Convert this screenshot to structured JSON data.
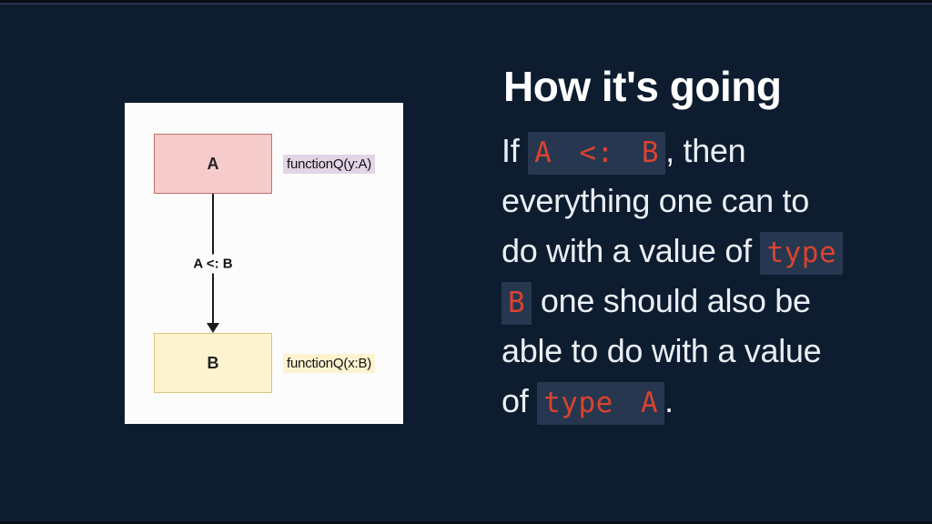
{
  "slide": {
    "heading": "How it's going",
    "colors": {
      "background": "#0e1c30",
      "heading_text": "#ffffff",
      "body_text": "#eaeff5",
      "code_text": "#d9432f",
      "code_background": "#26374f",
      "panel_background": "#fcfcfc",
      "box_a_fill": "#f6cbcb",
      "box_a_border": "#c0716d",
      "box_b_fill": "#fdf3cf",
      "box_b_border": "#ddc378",
      "annotation_a_highlight": "#e1d5e7",
      "annotation_b_highlight": "#fdf3cf"
    }
  },
  "diagram": {
    "box_a_label": "A",
    "box_b_label": "B",
    "relation_label": "A <: B",
    "annotation_a": "functionQ(y:A)",
    "annotation_b": "functionQ(x:B)"
  },
  "body": {
    "lines": [
      {
        "segments": [
          {
            "type": "plain",
            "text": "If "
          },
          {
            "type": "code",
            "text": "A <: B"
          },
          {
            "type": "plain",
            "text": ", then"
          }
        ]
      },
      {
        "segments": [
          {
            "type": "plain",
            "text": "everything one can to"
          }
        ]
      },
      {
        "segments": [
          {
            "type": "plain",
            "text": "do with a value of "
          },
          {
            "type": "code",
            "text": "type"
          }
        ]
      },
      {
        "segments": [
          {
            "type": "code",
            "text": "B"
          },
          {
            "type": "plain",
            "text": " one should also be"
          }
        ]
      },
      {
        "segments": [
          {
            "type": "plain",
            "text": "able to do with a value"
          }
        ]
      },
      {
        "segments": [
          {
            "type": "plain",
            "text": "of "
          },
          {
            "type": "code",
            "text": "type A"
          },
          {
            "type": "plain",
            "text": "."
          }
        ]
      }
    ]
  }
}
